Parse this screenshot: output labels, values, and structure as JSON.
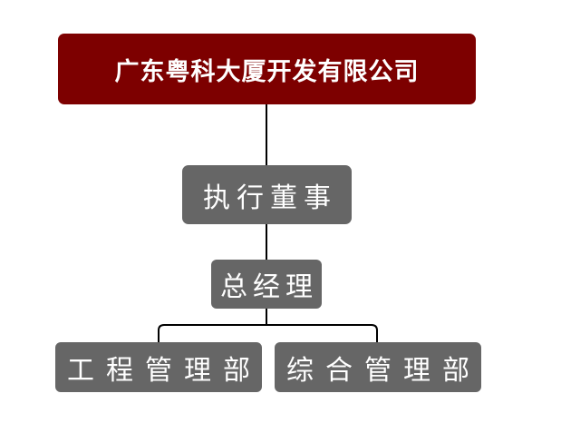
{
  "org_chart": {
    "company": "广东粤科大厦开发有限公司",
    "executive": "执行董事",
    "general_manager": "总经理",
    "departments": [
      "工程管理部",
      "综合管理部"
    ]
  },
  "colors": {
    "root_fill": "#7d0000",
    "node_fill": "#666666",
    "text": "#ffffff",
    "connector": "#000000"
  }
}
